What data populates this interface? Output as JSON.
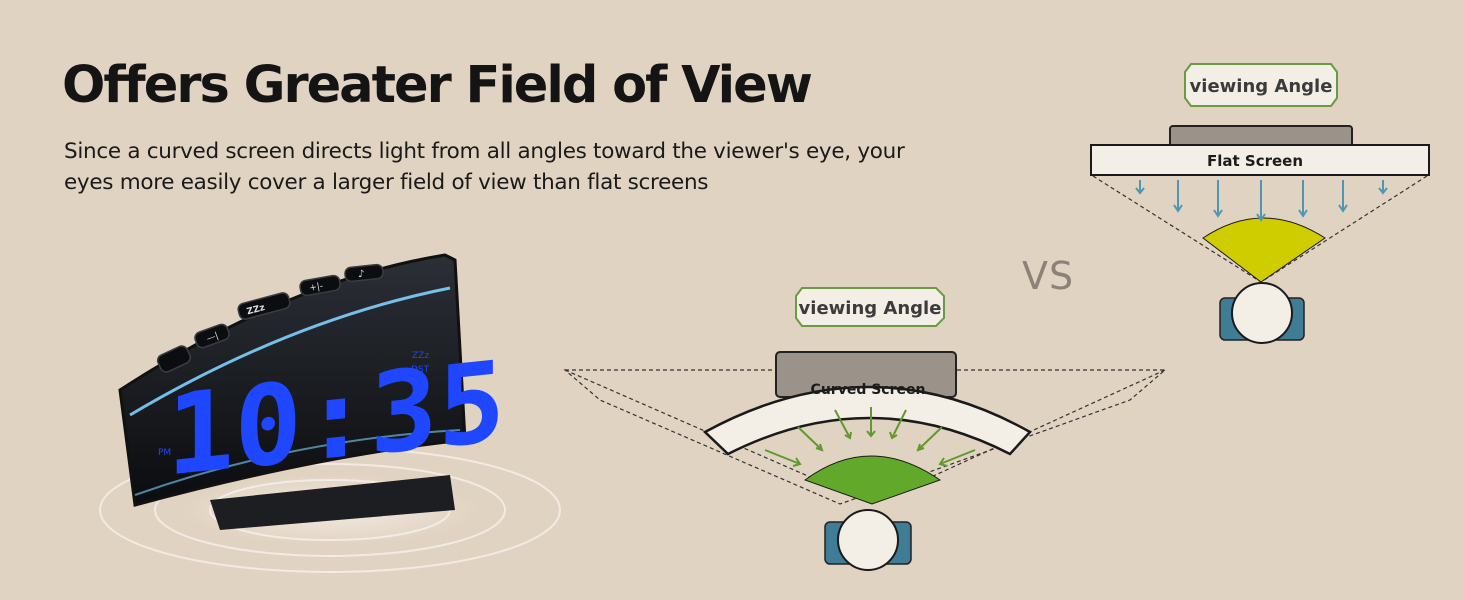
{
  "headline": "Offers Greater Field of View",
  "description": "Since a curved screen directs light from all angles toward the viewer's eye, your eyes more easily cover a larger field of view than flat screens",
  "vs_label": "VS",
  "clock": {
    "time_display": "10:35",
    "pm_label": "PM",
    "zz_label": "ZZz",
    "dst_label": "DST",
    "snooze_label": "ZZz",
    "plus_minus_label": "+|-",
    "dim_label": "—|",
    "accent_color": "#1f47ff"
  },
  "curved_diagram": {
    "angle_label": "viewing Angle",
    "screen_label": "Curved Screen",
    "fov_color": "#62a82a"
  },
  "flat_diagram": {
    "angle_label": "viewing Angle",
    "screen_label": "Flat Screen",
    "fov_color": "#cfcc00"
  }
}
